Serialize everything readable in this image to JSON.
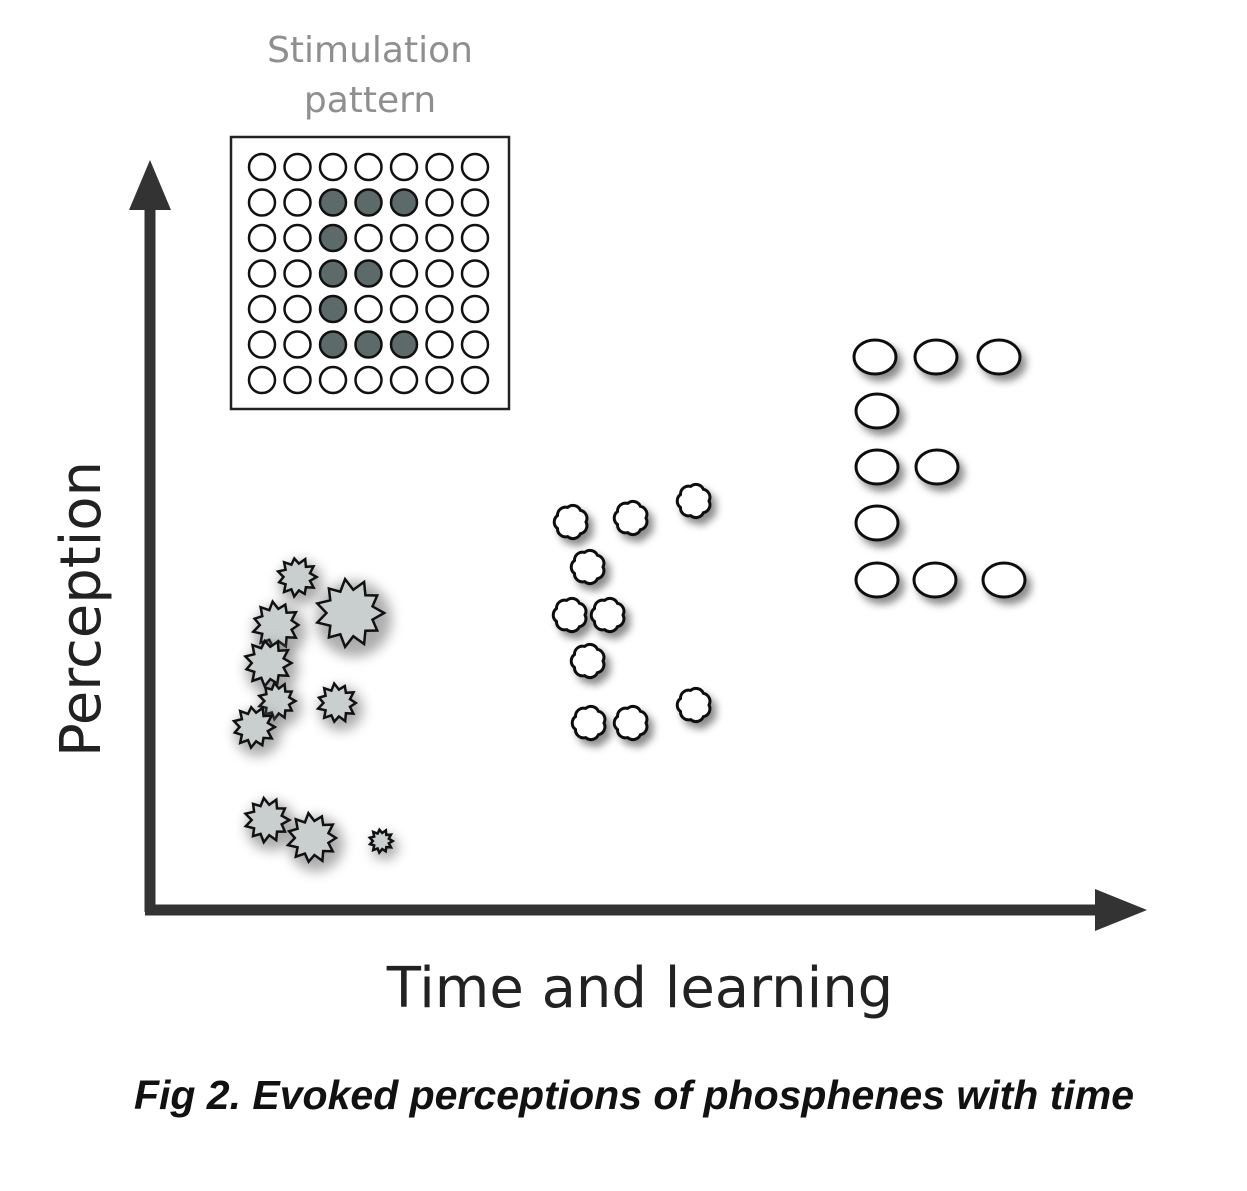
{
  "stimulation": {
    "title_line1": "Stimulation",
    "title_line2": "pattern",
    "rows": 7,
    "cols": 7,
    "active_cells": [
      [
        1,
        2
      ],
      [
        1,
        3
      ],
      [
        1,
        4
      ],
      [
        2,
        2
      ],
      [
        3,
        2
      ],
      [
        3,
        3
      ],
      [
        4,
        2
      ],
      [
        5,
        2
      ],
      [
        5,
        3
      ],
      [
        5,
        4
      ]
    ],
    "active_color": "#5d6a6a",
    "inactive_color": "#ffffff"
  },
  "axes": {
    "x_label": "Time and learning",
    "y_label": "Perception"
  },
  "stages": [
    {
      "name": "early",
      "appearance": "blurred spiky gray phosphenes"
    },
    {
      "name": "middle",
      "appearance": "cloud-shaped white phosphenes forming letter E"
    },
    {
      "name": "late",
      "appearance": "round white phosphenes forming letter E"
    }
  ],
  "caption": "Fig 2. Evoked perceptions of phosphenes with time",
  "colors": {
    "axis": "#333333",
    "outline": "#111111"
  }
}
